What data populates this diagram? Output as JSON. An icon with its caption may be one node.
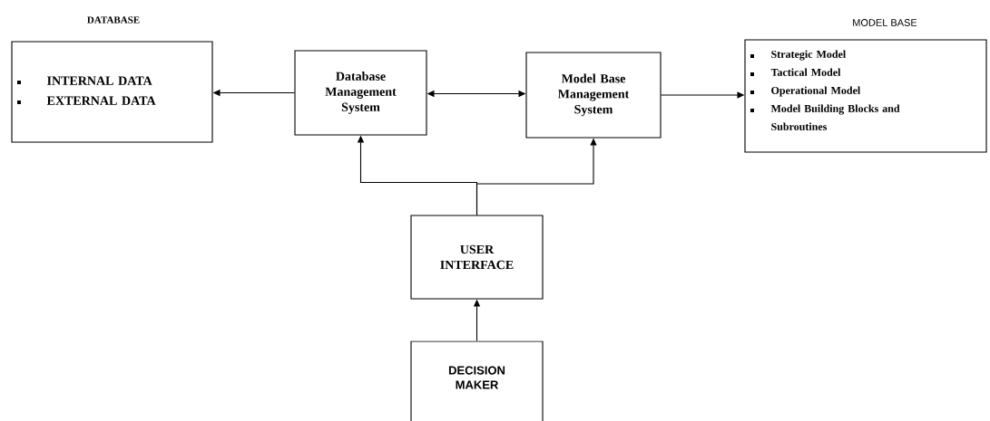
{
  "diagram": {
    "nodes": [
      {
        "text": [
          "DATABASE",
          "INTERNAL DATA",
          "EXTERNAL DATA"
        ]
      },
      {
        "text": [
          "Database Management System"
        ]
      },
      {
        "text": [
          "Model Base Management System"
        ]
      },
      {
        "text": [
          "MODEL BASE",
          "Strategic Model",
          "Tactical Model",
          "Operational Model",
          "Model Building Blocks and Subroutines"
        ]
      },
      {
        "text": [
          "USER INTERFACE"
        ]
      },
      {
        "text": [
          "DECISION MAKER"
        ]
      }
    ],
    "edges": [
      {
        "from": 1,
        "to": 0,
        "arrow": "to"
      },
      {
        "from": 1,
        "to": 2,
        "arrow": "both"
      },
      {
        "from": 2,
        "to": 3,
        "arrow": "to"
      },
      {
        "from": 4,
        "to": 1,
        "arrow": "to"
      },
      {
        "from": 4,
        "to": 2,
        "arrow": "to"
      },
      {
        "from": 5,
        "to": 4,
        "arrow": "to"
      }
    ]
  }
}
